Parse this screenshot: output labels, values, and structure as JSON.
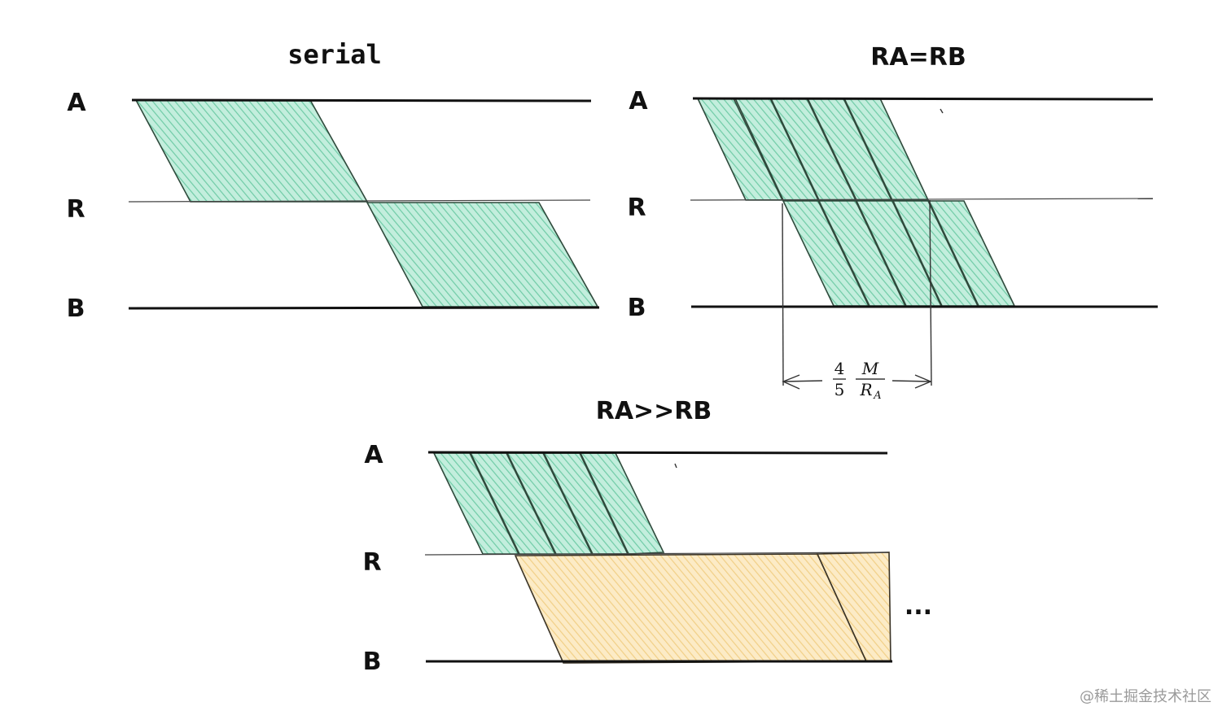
{
  "panels": {
    "serial": {
      "title": "serial",
      "lane_a": "A",
      "lane_r": "R",
      "lane_b": "B"
    },
    "equal": {
      "title": "RA=RB",
      "lane_a": "A",
      "lane_r": "R",
      "lane_b": "B",
      "annotation": {
        "fraction_num": "4",
        "fraction_den": "5",
        "var_num": "M",
        "var_den": "R",
        "var_den_sub": "A"
      }
    },
    "fast": {
      "title": "RA>>RB",
      "lane_a": "A",
      "lane_r": "R",
      "lane_b": "B",
      "continuation": "..."
    }
  },
  "colors": {
    "green_fill": "#a8e6cf",
    "yellow_fill": "#fde3a7",
    "line": "#111111"
  },
  "watermark": "@稀土掘金技术社区"
}
